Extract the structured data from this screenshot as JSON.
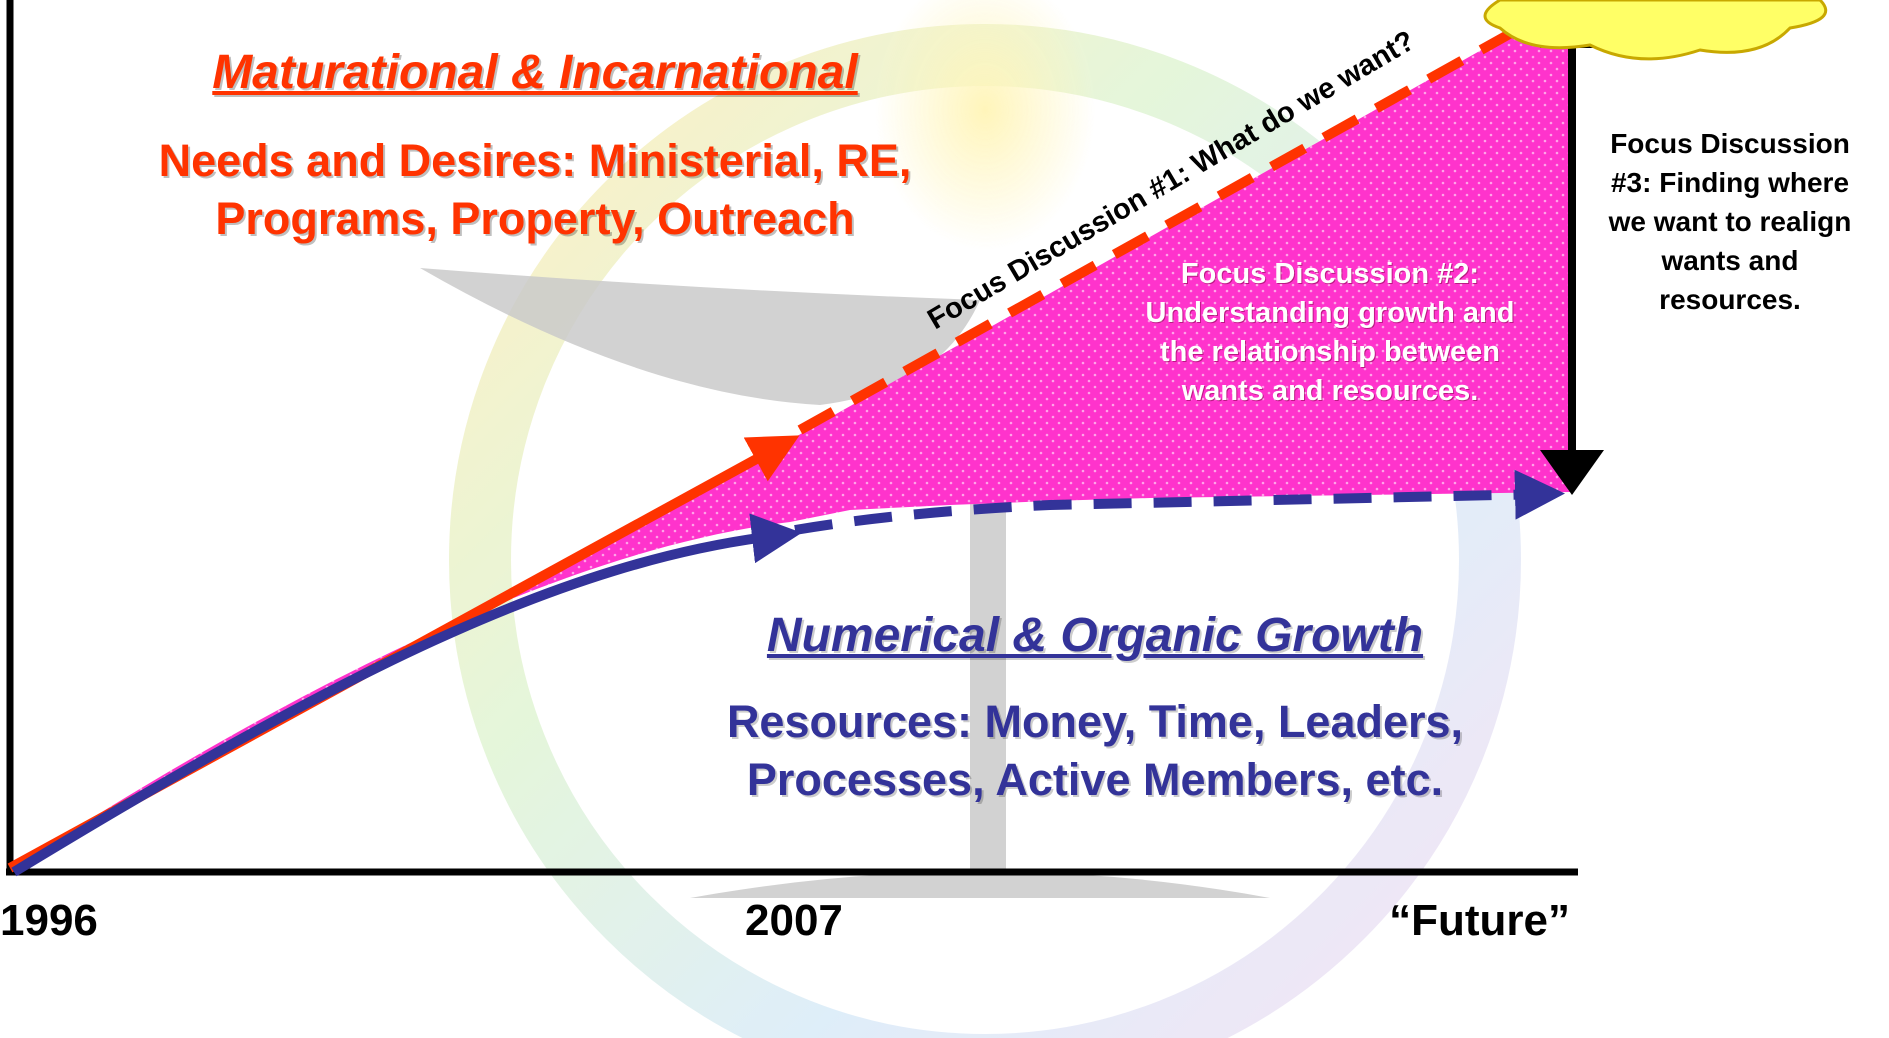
{
  "colors": {
    "needs": "#ff3300",
    "resources": "#333399",
    "gap_fill": "#ff33cc",
    "cloud": "#ffff66",
    "arrow": "#000000"
  },
  "top_section": {
    "heading": "Maturational & Incarnational",
    "body_line1": "Needs and Desires:  Ministerial, RE,",
    "body_line2": "Programs, Property, Outreach"
  },
  "bottom_section": {
    "heading": "Numerical & Organic Growth",
    "body_line1": "Resources:  Money, Time, Leaders,",
    "body_line2": "Processes, Active Members, etc."
  },
  "focus_discussions": {
    "one": "Focus Discussion #1:  What do we want?",
    "two_line1": "Focus Discussion #2:",
    "two_line2": "Understanding growth and",
    "two_line3": "the relationship between",
    "two_line4": "wants and resources.",
    "three_line1": "Focus Discussion",
    "three_line2": "#3:  Finding where",
    "three_line3": "we want to realign",
    "three_line4": "wants and",
    "three_line5": "resources."
  },
  "x_axis": {
    "start_label": "1996",
    "mid_label": "2007",
    "end_label": "“Future”"
  },
  "icons": {
    "background": "chalice-logo-icon",
    "cloud": "cloud-icon"
  }
}
